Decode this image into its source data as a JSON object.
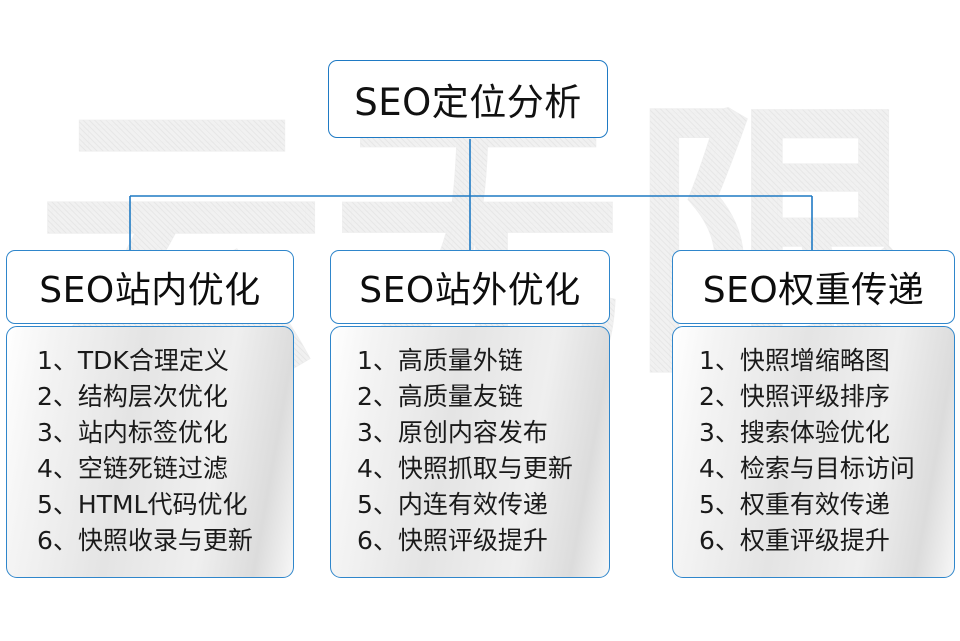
{
  "diagram": {
    "watermark": "云无限",
    "accent_color": "#1f7ac4",
    "header_border_color": "#2f86cb",
    "text_color": "#111111",
    "root": {
      "title": "SEO定位分析"
    },
    "columns": [
      {
        "header": "SEO站内优化",
        "items": [
          "1、TDK合理定义",
          "2、结构层次优化",
          "3、站内标签优化",
          "4、空链死链过滤",
          "5、HTML代码优化",
          "6、快照收录与更新"
        ]
      },
      {
        "header": "SEO站外优化",
        "items": [
          "1、高质量外链",
          "2、高质量友链",
          "3、原创内容发布",
          "4、快照抓取与更新",
          "5、内连有效传递",
          "6、快照评级提升"
        ]
      },
      {
        "header": "SEO权重传递",
        "items": [
          "1、快照增缩略图",
          "2、快照评级排序",
          "3、搜索体验优化",
          "4、检索与目标访问",
          "5、权重有效传递",
          "6、权重评级提升"
        ]
      }
    ]
  }
}
